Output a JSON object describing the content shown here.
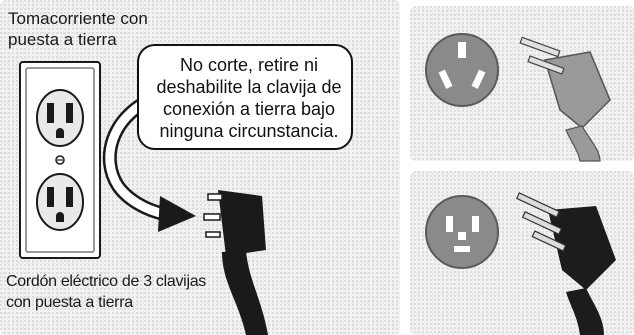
{
  "labels": {
    "outlet": "Tomacorriente con\npuesta a tierra",
    "cord": "Cordón eléctrico de 3 clavijas\ncon puesta a tierra"
  },
  "callout": {
    "text": "No corte, retire ni\ndeshabilite la clavija de\nconexión a tierra bajo\nninguna circunstancia."
  },
  "colors": {
    "background": "#f2f2f2",
    "outline": "#1a1a1a",
    "gray_plug": "#8a8a8a",
    "black_plug": "#1c1c1c"
  },
  "icons": {
    "outlet": "wall-outlet-icon",
    "plug": "three-prong-plug-icon",
    "arrow": "curved-arrow-icon",
    "receptacle_30a": "round-receptacle-icon",
    "receptacle_50a": "round-receptacle-4-slot-icon"
  }
}
